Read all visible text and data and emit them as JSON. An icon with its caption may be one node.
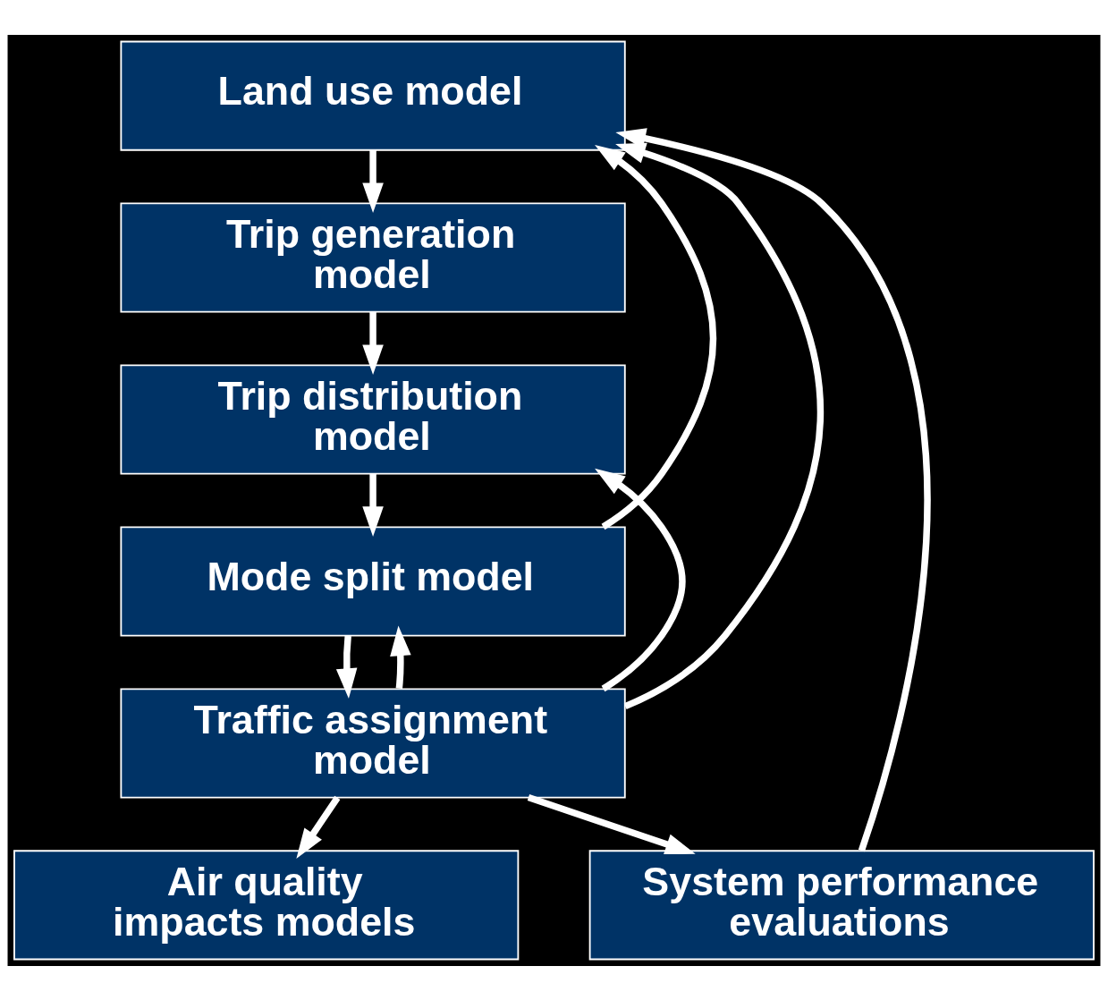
{
  "diagram": {
    "nodes": [
      {
        "text": [
          "Land use model"
        ]
      },
      {
        "text": [
          "Trip generation model"
        ]
      },
      {
        "text": [
          "Trip distribution model"
        ]
      },
      {
        "text": [
          "Mode split model"
        ]
      },
      {
        "text": [
          "Traffic assignment model"
        ]
      },
      {
        "text": [
          "Air quality impacts models"
        ]
      },
      {
        "text": [
          "System performance evaluations"
        ]
      }
    ],
    "edges": [
      {
        "from": 0,
        "to": 1,
        "arrow": "to"
      },
      {
        "from": 1,
        "to": 2,
        "arrow": "to"
      },
      {
        "from": 2,
        "to": 3,
        "arrow": "to"
      },
      {
        "from": 3,
        "to": 4,
        "arrow": "to"
      },
      {
        "from": 4,
        "to": 3,
        "arrow": "to"
      },
      {
        "from": 4,
        "to": 2,
        "arrow": "to"
      },
      {
        "from": 4,
        "to": 0,
        "arrow": "to"
      },
      {
        "from": 3,
        "to": 0,
        "arrow": "to"
      },
      {
        "from": 4,
        "to": 5,
        "arrow": "to"
      },
      {
        "from": 4,
        "to": 6,
        "arrow": "to"
      },
      {
        "from": 6,
        "to": 0,
        "arrow": "to"
      }
    ]
  }
}
